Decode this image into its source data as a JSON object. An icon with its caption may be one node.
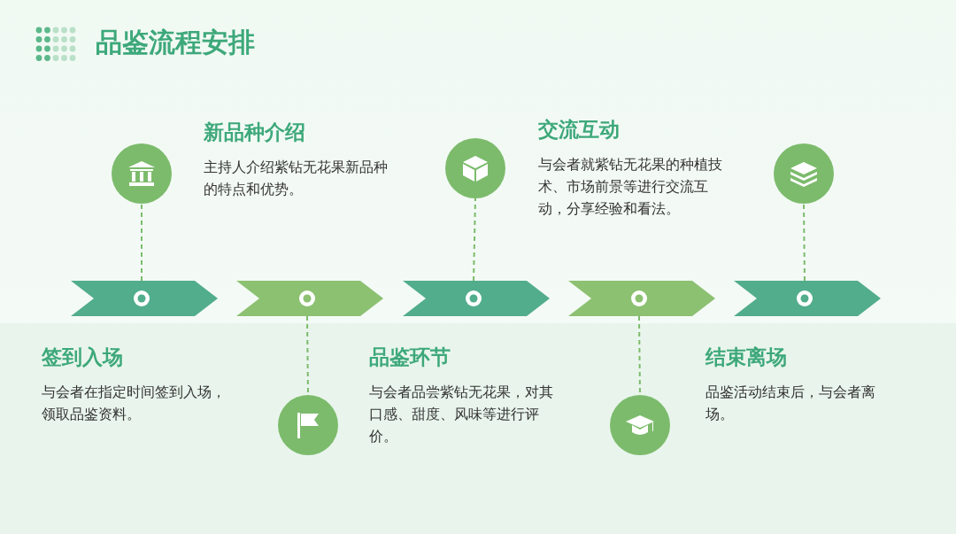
{
  "diagram": {
    "title": "品鉴流程安排",
    "nodes": [
      {
        "text": [],
        "shape": "chevron"
      },
      {
        "text": [],
        "shape": "chevron"
      },
      {
        "text": [],
        "shape": "chevron"
      },
      {
        "text": [],
        "shape": "chevron"
      },
      {
        "text": [],
        "shape": "chevron"
      },
      {
        "text": [],
        "shape": "circle",
        "beside": [
          "签到入场",
          "与会者在指定时间签到入场，领取品鉴资料。"
        ]
      },
      {
        "text": [],
        "shape": "circle",
        "beside": [
          "新品种介绍",
          "主持人介绍紫钻无花果新品种的特点和优势。"
        ]
      },
      {
        "text": [],
        "shape": "circle",
        "beside": [
          "品鉴环节",
          "与会者品尝紫钻无花果，对其口感、甜度、风味等进行评价。"
        ]
      },
      {
        "text": [],
        "shape": "circle",
        "beside": [
          "交流互动",
          "与会者就紫钻无花果的种植技术、市场前景等进行交流互动，分享经验和看法。"
        ]
      },
      {
        "text": [],
        "shape": "circle",
        "beside": [
          "结束离场",
          "品鉴活动结束后，与会者离场。"
        ]
      }
    ],
    "edges": [
      {
        "from": 0,
        "to": 5,
        "arrow": "none",
        "style": "dashed"
      },
      {
        "from": 1,
        "to": 6,
        "arrow": "none",
        "style": "dashed"
      },
      {
        "from": 2,
        "to": 7,
        "arrow": "none",
        "style": "dashed"
      },
      {
        "from": 3,
        "to": 8,
        "arrow": "none",
        "style": "dashed"
      },
      {
        "from": 4,
        "to": 9,
        "arrow": "none",
        "style": "dashed"
      }
    ]
  }
}
